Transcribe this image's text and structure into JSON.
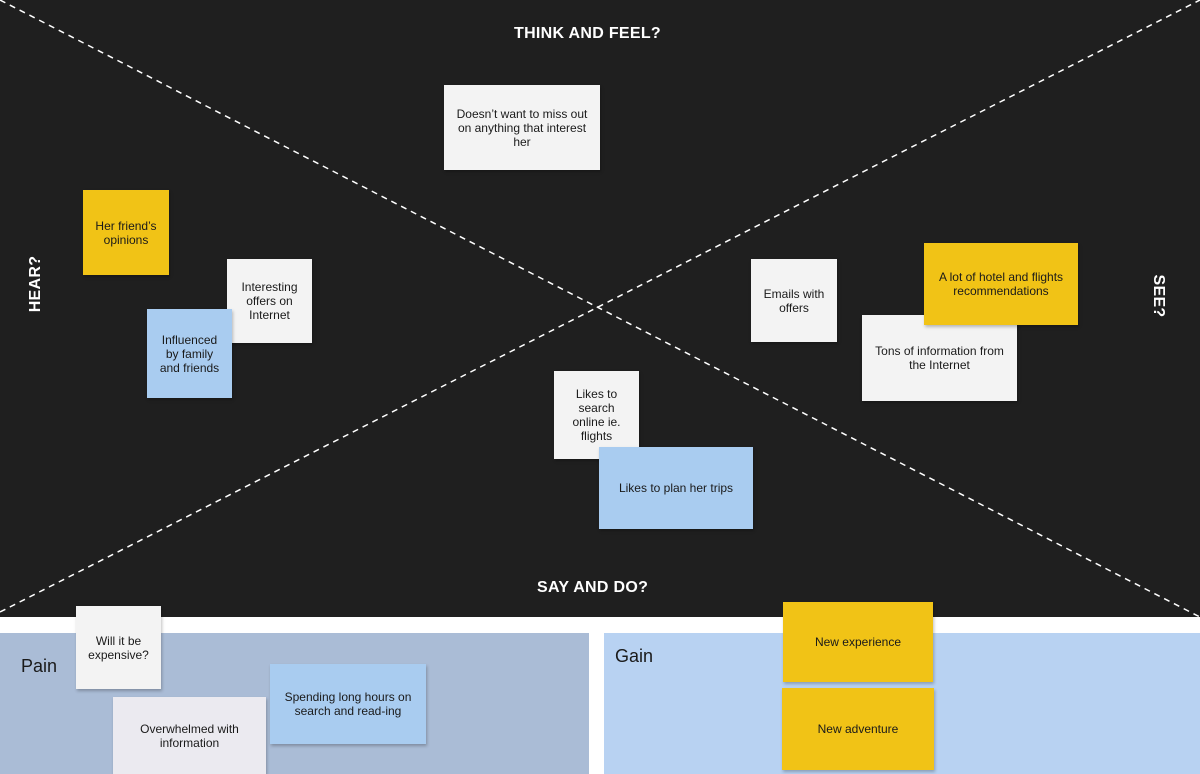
{
  "board": {
    "quadrants": {
      "top": "THINK AND FEEL?",
      "bottom": "SAY AND DO?",
      "left": "HEAR?",
      "right": "SEE?"
    }
  },
  "notes": {
    "miss_out": "Doesn’t want to miss out on anything that interest her",
    "friends_opinions": "Her friend’s opinions",
    "interesting_offers": "Interesting offers on Internet",
    "influenced": "Influenced by family and friends",
    "emails": "Emails with offers",
    "hotel_recs": "A lot of hotel and flights recommendations",
    "tons_info": "Tons of information from the Internet",
    "search_online": "Likes to search online ie. flights",
    "plan_trips": "Likes to plan her trips"
  },
  "pain": {
    "title": "Pain",
    "notes": {
      "expensive": "Will it be expensive?",
      "spending": "Spending long hours on search and read-ing",
      "overwhelmed": "Overwhelmed with information"
    }
  },
  "gain": {
    "title": "Gain",
    "notes": {
      "experience": "New experience",
      "adventure": "New adventure"
    }
  },
  "colors": {
    "board": "#1f1f1f",
    "sticky_white": "#f3f3f3",
    "sticky_yellow": "#f1c316",
    "sticky_blue": "#a9ccf0",
    "pain_panel": "#aabcd6",
    "gain_panel": "#b8d2f2"
  }
}
